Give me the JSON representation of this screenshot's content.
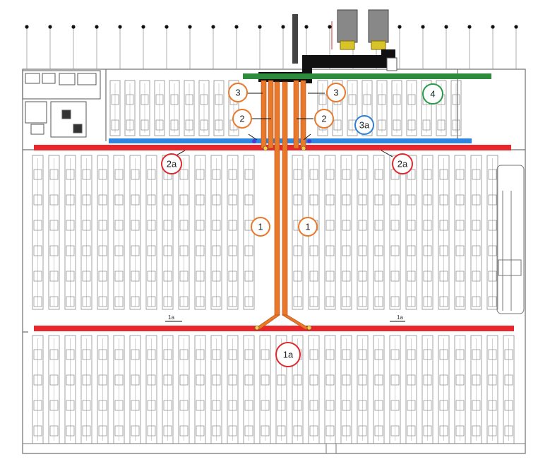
{
  "callouts": {
    "c1_left": {
      "text": "1",
      "color": "#e8782a"
    },
    "c1_right": {
      "text": "1",
      "color": "#e8782a"
    },
    "c1a": {
      "text": "1a",
      "color": "#e0282e"
    },
    "c2_left": {
      "text": "2",
      "color": "#e8782a"
    },
    "c2_right": {
      "text": "2",
      "color": "#e8782a"
    },
    "c2a_left": {
      "text": "2a",
      "color": "#e0282e"
    },
    "c2a_right": {
      "text": "2a",
      "color": "#e0282e"
    },
    "c3_left": {
      "text": "3",
      "color": "#e8782a"
    },
    "c3_right": {
      "text": "3",
      "color": "#e8782a"
    },
    "c3a": {
      "text": "3a",
      "color": "#2f7fd6"
    },
    "c4": {
      "text": "4",
      "color": "#2a9a48"
    }
  },
  "small_labels": {
    "l1a_left": "1a",
    "l1a_right": "1a"
  },
  "colors": {
    "orange_route": "#e8782a",
    "red_aisle": "#e8262c",
    "blue_aisle": "#2f86e0",
    "green_aisle": "#2e8b3d",
    "black_duct": "#111111",
    "rack_line": "#8c8c8c",
    "wall_line": "#6e6e6e"
  }
}
